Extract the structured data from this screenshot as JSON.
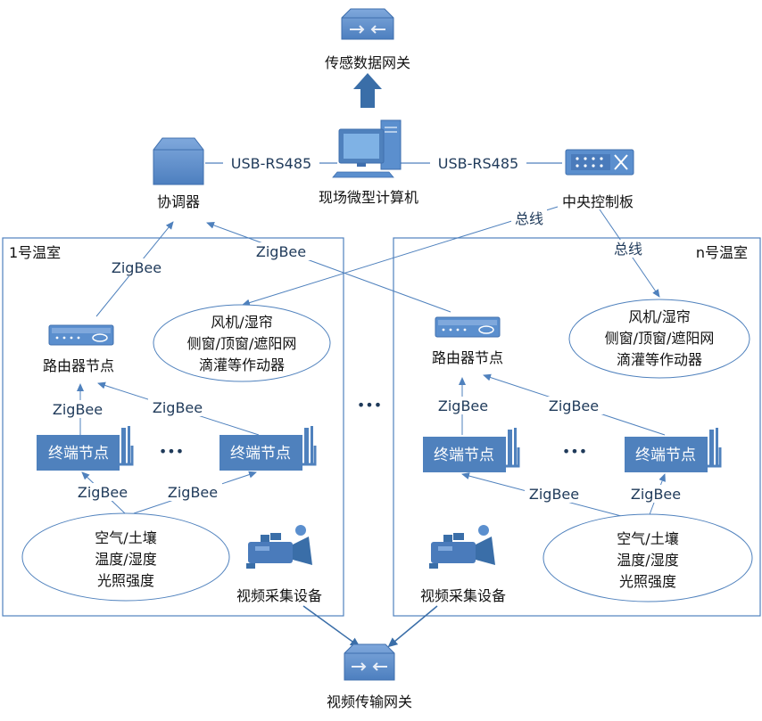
{
  "nodes": {
    "sensor_gateway": "传感数据网关",
    "pc": "现场微型计算机",
    "coordinator": "协调器",
    "central_board": "中央控制板",
    "router": "路由器节点",
    "terminal": "终端节点",
    "video_device": "视频采集设备",
    "video_gateway": "视频传输网关"
  },
  "links": {
    "usb": "USB-RS485",
    "zigbee": "ZigBee",
    "bus": "总线"
  },
  "rooms": {
    "room1": "1号温室",
    "roomn": "n号温室"
  },
  "actuators": {
    "line1": "风机/湿帘",
    "line2": "侧窗/顶窗/遮阳网",
    "line3": "滴灌等作动器"
  },
  "sensors": {
    "line1": "空气/土壤",
    "line2": "温度/湿度",
    "line3": "光照强度"
  },
  "ellipsis": "•••",
  "colors": {
    "device_blue": "#5b8fce",
    "line_blue": "#4f81bd",
    "terminal_fill": "#4f81bd",
    "dark_arrow": "#3a6ea8"
  }
}
